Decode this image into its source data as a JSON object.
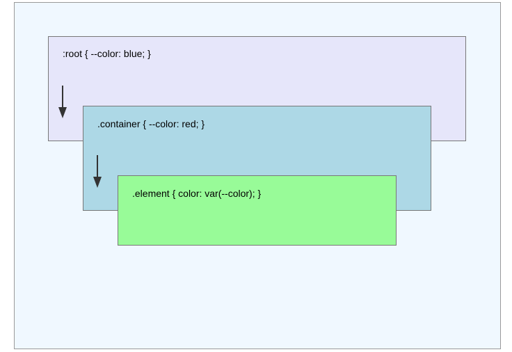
{
  "diagram": {
    "boxes": [
      {
        "id": "root",
        "label": ":root { --color: blue; }",
        "fill": "#e6e6fa"
      },
      {
        "id": "container",
        "label": ".container { --color: red; }",
        "fill": "#add8e6"
      },
      {
        "id": "element",
        "label": ".element { color: var(--color); }",
        "fill": "#98fb98"
      }
    ],
    "background": "#f0f8ff",
    "arrow_color": "#333333"
  }
}
